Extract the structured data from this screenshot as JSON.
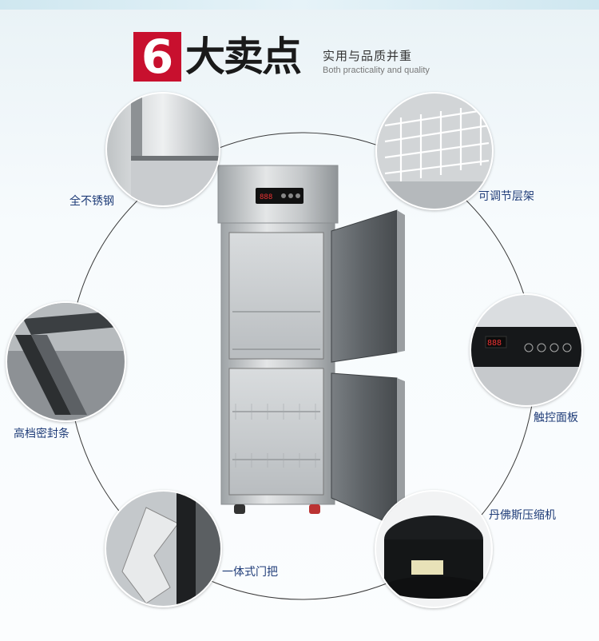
{
  "title": {
    "number": "6",
    "main": "大卖点",
    "subtitle_cn": "实用与品质并重",
    "subtitle_en": "Both practicality and quality"
  },
  "features": [
    {
      "id": "stainless",
      "label": "全不锈钢"
    },
    {
      "id": "shelf",
      "label": "可调节层架"
    },
    {
      "id": "seal",
      "label": "高档密封条"
    },
    {
      "id": "panel",
      "label": "触控面板"
    },
    {
      "id": "handle",
      "label": "一体式门把"
    },
    {
      "id": "compressor",
      "label": "丹佛斯压缩机"
    }
  ],
  "panel_display": "888",
  "colors": {
    "brand_red": "#c8102e",
    "label_blue": "#1f3c78",
    "ring": "#333333"
  }
}
